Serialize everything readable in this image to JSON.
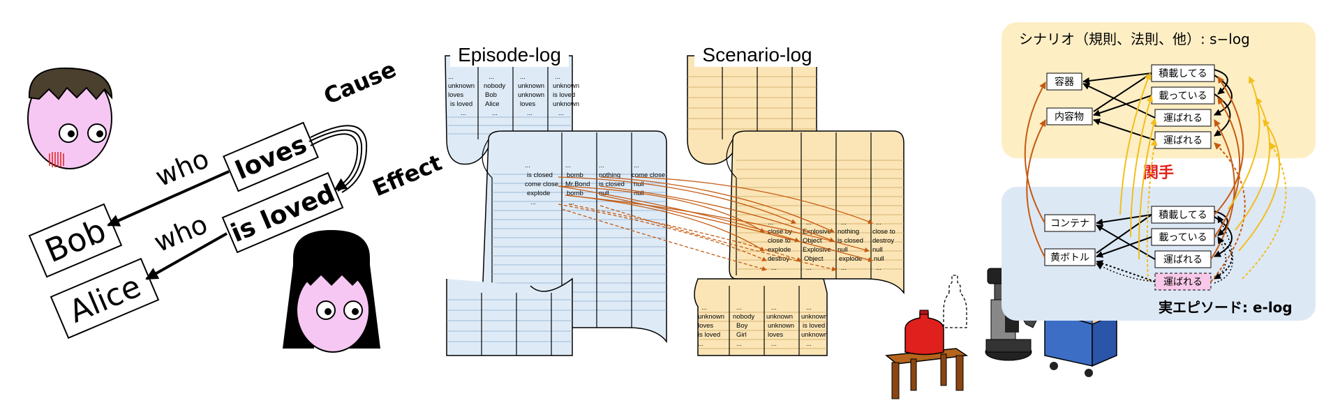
{
  "left_panel": {
    "subject_a": "Bob",
    "subject_b": "Alice",
    "verb_active": "loves",
    "verb_passive": "is loved",
    "who_label_1": "who",
    "who_label_2": "who",
    "cause_label": "Cause",
    "effect_label": "Effect"
  },
  "episode_log": {
    "title": "Episode-log",
    "top_rows": [
      [
        "...",
        "...",
        "...",
        "..."
      ],
      [
        "unknown",
        "nobody",
        "unknown",
        "unknown"
      ],
      [
        "loves",
        "Bob",
        "unknown",
        "is loved"
      ],
      [
        "is loved",
        "Alice",
        "loves",
        "unknown"
      ],
      [
        "...",
        "...",
        "...",
        "..."
      ]
    ],
    "mid_rows": [
      [
        "...",
        "...",
        "...",
        "..."
      ],
      [
        "is closed",
        "bomb",
        "nothing",
        "come close"
      ],
      [
        "come close",
        "Mr.Bond",
        "is closed",
        "null"
      ],
      [
        "explode",
        "bomb",
        "null",
        "null"
      ],
      [
        "...",
        "...",
        "",
        ""
      ]
    ]
  },
  "scenario_log": {
    "title": "Scenario-log",
    "mid_rows": [
      [
        "...",
        "...",
        "...",
        "..."
      ],
      [
        "close by",
        "Explosive",
        "nothing",
        "close to"
      ],
      [
        "close to",
        "Object",
        "is closed",
        "destroy"
      ],
      [
        "explode",
        "Explosive",
        "null",
        "null"
      ],
      [
        "destroy",
        "Object",
        "explode",
        "null"
      ],
      [
        "...",
        "...",
        "...",
        "..."
      ]
    ],
    "bottom_rows": [
      [
        "...",
        "...",
        "...",
        "..."
      ],
      [
        "unknown",
        "nobody",
        "unknown",
        "unknown"
      ],
      [
        "loves",
        "Boy",
        "unknown",
        "is loved"
      ],
      [
        "is loved",
        "Girl",
        "loves",
        "unknown"
      ],
      [
        "...",
        "...",
        "...",
        "..."
      ]
    ]
  },
  "right_panel": {
    "scenario_title": "シナリオ（規則、法則、他）: s−log",
    "episode_title": "実エピソード: e-log",
    "relation_label": "関手",
    "s_nodes": {
      "container": "容器",
      "contents": "内容物",
      "loaded": "積載してる",
      "on": "載っている",
      "carried_1": "運ばれる",
      "carried_2": "運ばれる"
    },
    "e_nodes": {
      "container": "コンテナ",
      "bottle": "黄ボトル",
      "loaded": "積載してる",
      "on": "載っている",
      "carried_1": "運ばれる",
      "carried_2": "運ばれる"
    }
  },
  "colors": {
    "episode_paper": "#deebf7",
    "scenario_paper": "#fbe5b6",
    "s_panel": "#fdeec4",
    "e_panel": "#dde8f5",
    "relation": "#e0201c",
    "orange_arrow": "#c55a11",
    "yellow_arrow": "#f3be1c",
    "pink_node": "#f8c8e8",
    "face_pink": "#f7c7f3",
    "hair_brown": "#4b3f2e"
  }
}
